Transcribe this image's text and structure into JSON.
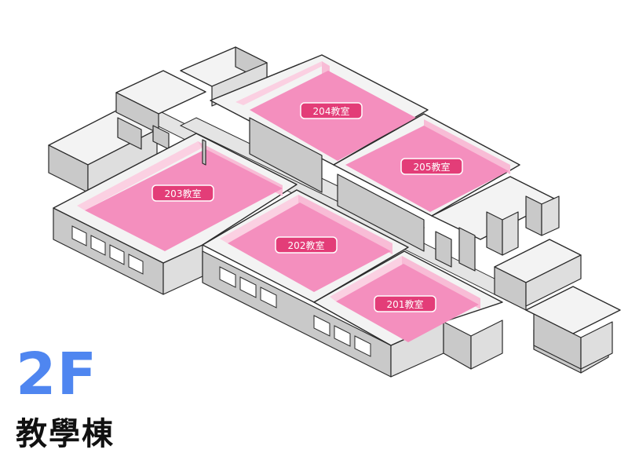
{
  "floor": {
    "label": "2F",
    "building": "教學棟"
  },
  "colors": {
    "floor_label": "#4f86f0",
    "room_floor": "#f48fbe",
    "room_label": "#e33d78",
    "wall": "#f3f3f3"
  },
  "rooms": [
    {
      "id": "201",
      "label": "201教室"
    },
    {
      "id": "202",
      "label": "202教室"
    },
    {
      "id": "203",
      "label": "203教室"
    },
    {
      "id": "204",
      "label": "204教室"
    },
    {
      "id": "205",
      "label": "205教室"
    }
  ]
}
